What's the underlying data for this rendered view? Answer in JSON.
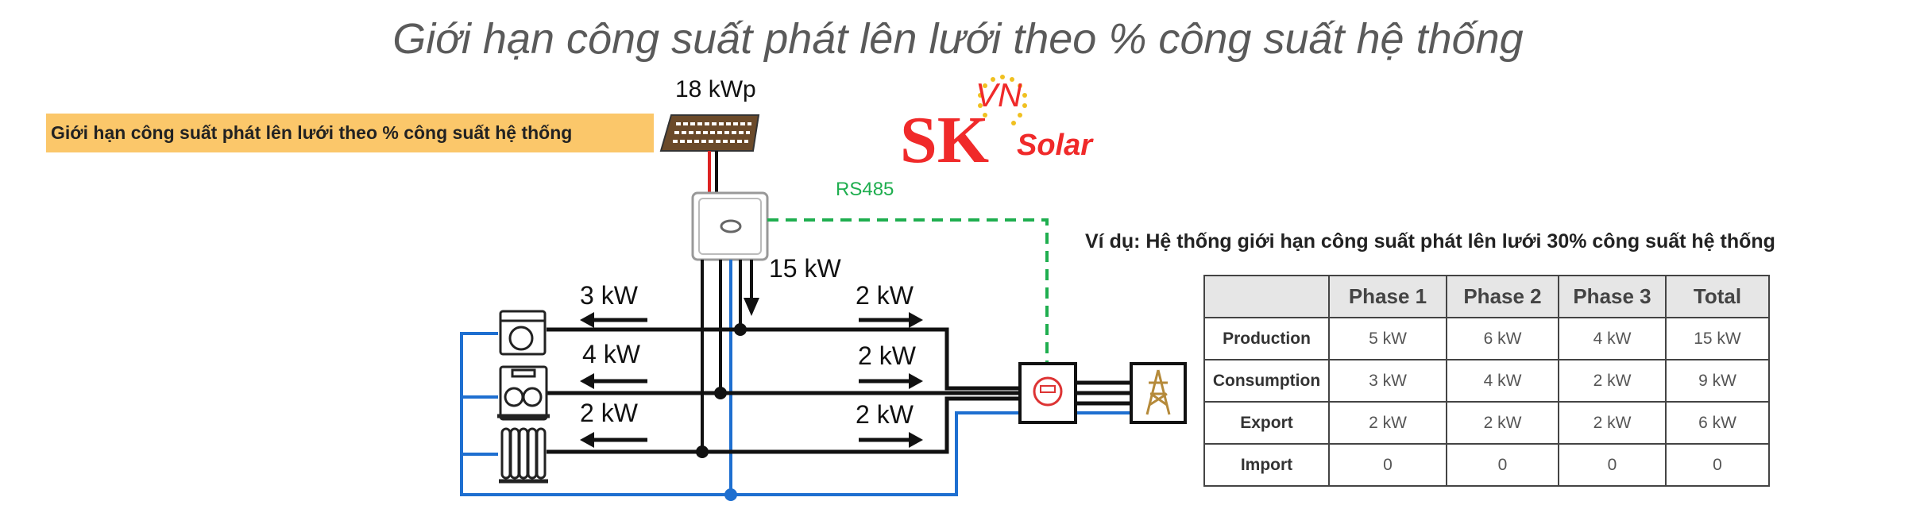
{
  "title": "Giới hạn công suất phát lên lưới theo % công suất hệ thống",
  "note": "Giới hạn công suất phát lên lưới theo % công suất hệ thống",
  "logo": {
    "main": "SK",
    "sub": "Solar",
    "vn": "VN"
  },
  "diagram": {
    "pv_label": "18 kWp",
    "rs485": "RS485",
    "inverter_out": "15 kW",
    "loads": [
      "3 kW",
      "4 kW",
      "2 kW"
    ],
    "exports": [
      "2 kW",
      "2 kW",
      "2 kW"
    ]
  },
  "example": {
    "caption": "Ví dụ: Hệ thống giới hạn công suất phát lên lưới 30% công suất hệ thống",
    "headers": [
      "",
      "Phase 1",
      "Phase 2",
      "Phase 3",
      "Total"
    ],
    "rows": [
      {
        "label": "Production",
        "values": [
          "5 kW",
          "6 kW",
          "4 kW",
          "15 kW"
        ]
      },
      {
        "label": "Consumption",
        "values": [
          "3 kW",
          "4 kW",
          "2 kW",
          "9 kW"
        ]
      },
      {
        "label": "Export",
        "values": [
          "2 kW",
          "2 kW",
          "2 kW",
          "6 kW"
        ]
      },
      {
        "label": "Import",
        "values": [
          "0",
          "0",
          "0",
          "0"
        ]
      }
    ]
  },
  "colors": {
    "grid_wire": "#1e6fd0",
    "rs485": "#1fae4f",
    "logo": "#f02a2a",
    "note_bg": "#fbc76a"
  }
}
